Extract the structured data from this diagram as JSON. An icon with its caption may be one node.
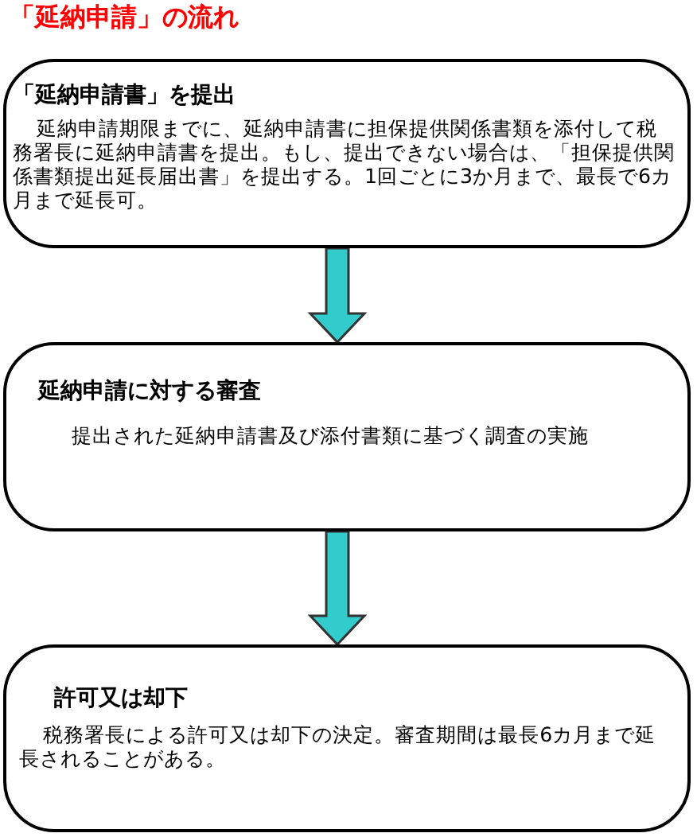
{
  "diagram": {
    "title": "「延納申請」の流れ",
    "nodes": [
      {
        "text": [
          "「延納申請書」を提出",
          "延納申請期限までに、延納申請書に担保提供関係書類を添付して税務署長に延納申請書を提出。もし、提出できない場合は、「担保提供関係書類提出延長届出書」を提出する。1回ごとに3か月まで、最長で6カ月まで延長可。"
        ]
      },
      {
        "text": [
          "延納申請に対する審査",
          "提出された延納申請書及び添付書類に基づく調査の実施"
        ]
      },
      {
        "text": [
          "許可又は却下",
          "税務署長による許可又は却下の決定。審査期間は最長6カ月まで延長されることがある。"
        ]
      }
    ],
    "edges": [
      {
        "from": 0,
        "to": 1,
        "arrow": "to"
      },
      {
        "from": 1,
        "to": 2,
        "arrow": "to"
      }
    ]
  }
}
